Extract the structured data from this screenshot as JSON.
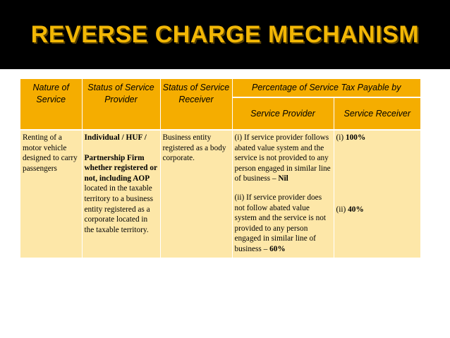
{
  "slide": {
    "title": "REVERSE CHARGE MECHANISM",
    "accent_color": "#f5ad00",
    "row_color": "#fde7a8",
    "title_color": "#f2b705"
  },
  "table": {
    "headers": {
      "nature": "Nature of Service",
      "provider_status": "Status of Service Provider",
      "receiver_status": "Status of Service Receiver",
      "percentage": "Percentage of Service Tax Payable by",
      "sub_provider": "Service Provider",
      "sub_receiver": "Service Receiver"
    },
    "row": {
      "nature": "Renting of a motor vehicle designed to carry passengers",
      "provider": {
        "line1": "Individual / HUF /",
        "p2_bold": "Partnership Firm whether registered or not, including AOP",
        "p2_rest": " located in the taxable territory to a business entity registered as a corporate located in the taxable territory."
      },
      "receiver": "Business entity registered as a body corporate.",
      "provider_share": {
        "case1_text": "(i) If service provider follows abated value system and the service is not provided to any person engaged in similar line of business – ",
        "case1_value": "Nil",
        "case2_text": "(ii) If service provider does not follow abated value system and the service is not provided to any person engaged in similar line of business – ",
        "case2_value": "60%"
      },
      "receiver_share": {
        "case1_label": "(i) ",
        "case1_value": "100%",
        "case2_label": "(ii) ",
        "case2_value": "40%"
      }
    }
  }
}
